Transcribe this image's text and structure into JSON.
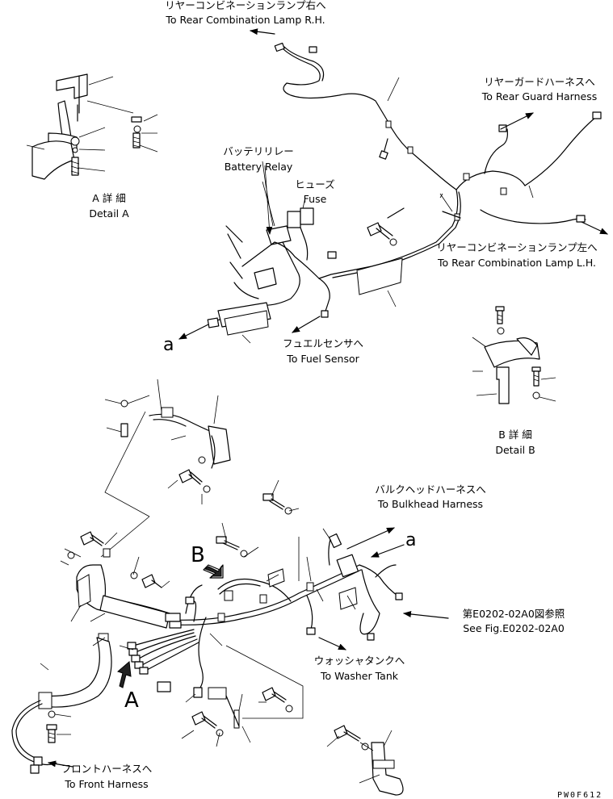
{
  "labels": {
    "rear_combo_rh": {
      "jp": "リヤーコンビネーションランプ右へ",
      "en": "To Rear Combination Lamp R.H."
    },
    "rear_guard": {
      "jp": "リヤーガードハーネスへ",
      "en": "To Rear Guard Harness"
    },
    "battery_relay": {
      "jp": "バッテリリレー",
      "en": "Battery Relay"
    },
    "fuse": {
      "jp": "ヒューズ",
      "en": "Fuse"
    },
    "rear_combo_lh": {
      "jp": "リヤーコンビネーションランプ左へ",
      "en": "To Rear Combination Lamp L.H."
    },
    "fuel_sensor": {
      "jp": "フュエルセンサへ",
      "en": "To Fuel Sensor"
    },
    "detail_a": {
      "jp": "A 詳 細",
      "en": "Detail A"
    },
    "detail_b": {
      "jp": "B 詳 細",
      "en": "Detail B"
    },
    "bulkhead": {
      "jp": "バルクヘッドハーネスへ",
      "en": "To Bulkhead Harness"
    },
    "see_fig": {
      "jp": "第E0202-02A0図参照",
      "en": "See Fig.E0202-02A0"
    },
    "washer_tank": {
      "jp": "ウォッシャタンクへ",
      "en": "To Washer Tank"
    },
    "front_harness": {
      "jp": "フロントハーネスへ",
      "en": "To Front Harness"
    }
  },
  "markers": {
    "a_upper": "a",
    "a_right": "a",
    "b_view": "B",
    "a_view": "A"
  },
  "drawing_code": "PW0F612"
}
